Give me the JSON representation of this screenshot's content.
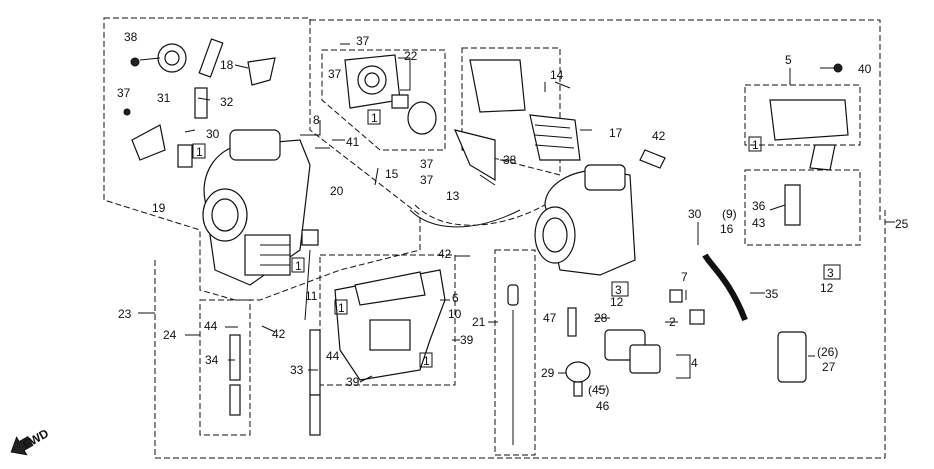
{
  "diagram": {
    "fwd_label": "FWD",
    "labels": {
      "38a": "38",
      "31": "31",
      "18": "18",
      "32": "32",
      "37a": "37",
      "30a": "30",
      "1a": "1",
      "19": "19",
      "8": "8",
      "41": "41",
      "15": "15",
      "20": "20",
      "37b": "37",
      "37c": "37",
      "22": "22",
      "1b": "1",
      "14": "14",
      "17": "17",
      "37d": "37",
      "37e": "37",
      "38b": "38",
      "13": "13",
      "42a": "42",
      "5": "5",
      "40": "40",
      "1c": "1",
      "25": "25",
      "36": "36",
      "9": "(9)",
      "43": "43",
      "16": "16",
      "30b": "30",
      "3a": "3",
      "12a": "12",
      "23": "23",
      "24": "24",
      "44a": "44",
      "42b": "42",
      "34": "34",
      "1d": "1",
      "11": "11",
      "1e": "1",
      "6": "6",
      "10": "10",
      "44b": "44",
      "33": "33",
      "39a": "39",
      "39b": "39",
      "1f": "1",
      "42c": "42",
      "21": "21",
      "3b": "3",
      "12b": "12",
      "47": "47",
      "28": "28",
      "7": "7",
      "2": "2",
      "35": "35",
      "4": "4",
      "29": "29",
      "45": "(45)",
      "46": "46",
      "26": "(26)",
      "27": "27"
    }
  }
}
